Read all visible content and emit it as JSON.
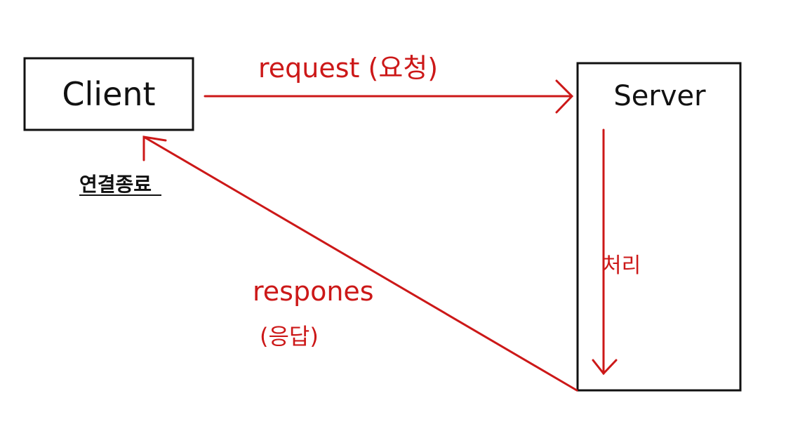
{
  "nodes": {
    "client": {
      "label": "Client"
    },
    "server": {
      "label": "Server"
    }
  },
  "edges": {
    "request": {
      "label": "request (요청)"
    },
    "process": {
      "label": "처리"
    },
    "response": {
      "label_line1": "respones",
      "label_line2": "(응답)"
    }
  },
  "notes": {
    "connection_end": "연결종료"
  },
  "colors": {
    "ink": "#111111",
    "arrow": "#cc1818"
  }
}
